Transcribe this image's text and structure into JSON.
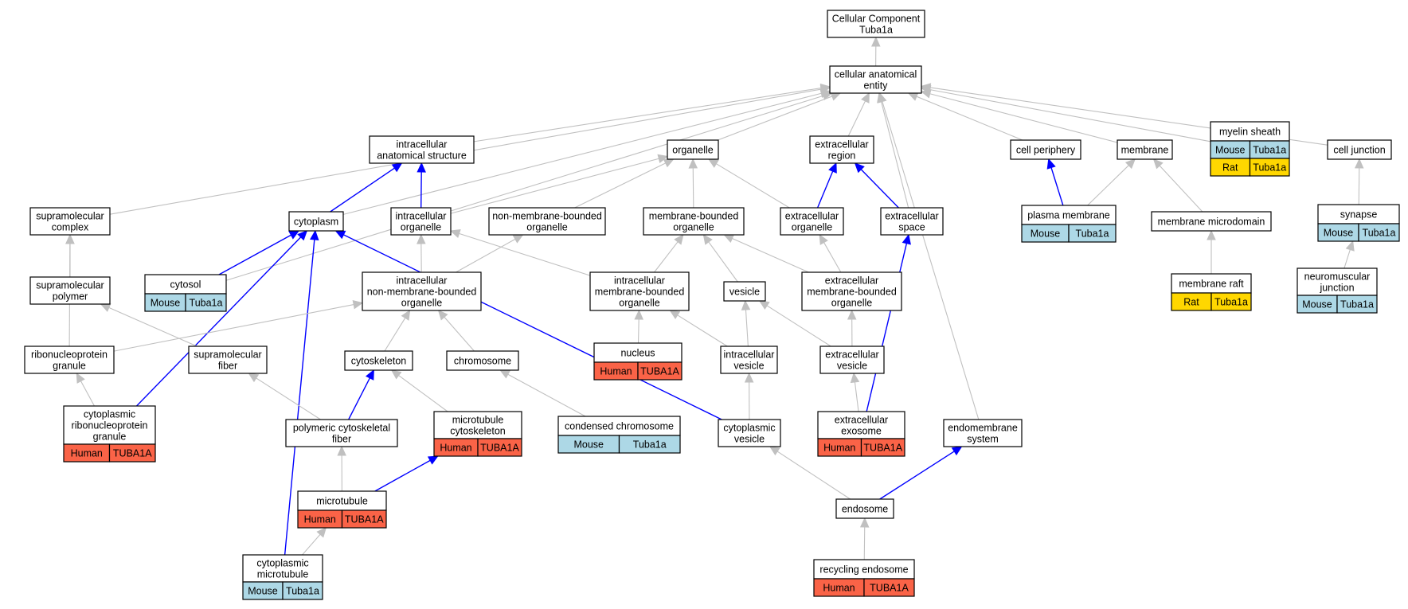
{
  "colors": {
    "gray_edge": "#c0c0c0",
    "blue_edge": "#0000ff",
    "mouse_fill": "#add8e6",
    "rat_fill": "#ffd700",
    "human_fill": "#fa6347",
    "node_fill": "#ffffff",
    "node_stroke": "#000000"
  },
  "nodes": [
    {
      "id": "root",
      "label": [
        "Cellular Component",
        "Tuba1a"
      ]
    },
    {
      "id": "cae",
      "label": [
        "cellular anatomical",
        "entity"
      ]
    },
    {
      "id": "ias",
      "label": [
        "intracellular",
        "anatomical structure"
      ]
    },
    {
      "id": "organelle",
      "label": [
        "organelle"
      ]
    },
    {
      "id": "ecr",
      "label": [
        "extracellular",
        "region"
      ]
    },
    {
      "id": "cellper",
      "label": [
        "cell periphery"
      ]
    },
    {
      "id": "membrane",
      "label": [
        "membrane"
      ]
    },
    {
      "id": "myelin",
      "label": [
        "myelin sheath"
      ],
      "rows": [
        [
          {
            "s": "mouse",
            "t": "Mouse"
          },
          {
            "s": "mouse",
            "t": "Tuba1a"
          }
        ],
        [
          {
            "s": "rat",
            "t": "Rat"
          },
          {
            "s": "rat",
            "t": "Tuba1a"
          }
        ]
      ]
    },
    {
      "id": "celljunc",
      "label": [
        "cell junction"
      ]
    },
    {
      "id": "suprac",
      "label": [
        "supramolecular",
        "complex"
      ]
    },
    {
      "id": "cytoplasm",
      "label": [
        "cytoplasm"
      ]
    },
    {
      "id": "icorg",
      "label": [
        "intracellular",
        "organelle"
      ]
    },
    {
      "id": "nmbo",
      "label": [
        "non-membrane-bounded",
        "organelle"
      ]
    },
    {
      "id": "mbo",
      "label": [
        "membrane-bounded",
        "organelle"
      ]
    },
    {
      "id": "ecorg",
      "label": [
        "extracellular",
        "organelle"
      ]
    },
    {
      "id": "ecspace",
      "label": [
        "extracellular",
        "space"
      ]
    },
    {
      "id": "plasma",
      "label": [
        "plasma membrane"
      ],
      "rows": [
        [
          {
            "s": "mouse",
            "t": "Mouse"
          },
          {
            "s": "mouse",
            "t": "Tuba1a"
          }
        ]
      ]
    },
    {
      "id": "memmicro",
      "label": [
        "membrane microdomain"
      ]
    },
    {
      "id": "synapse",
      "label": [
        "synapse"
      ],
      "rows": [
        [
          {
            "s": "mouse",
            "t": "Mouse"
          },
          {
            "s": "mouse",
            "t": "Tuba1a"
          }
        ]
      ]
    },
    {
      "id": "cytosol",
      "label": [
        "cytosol"
      ],
      "rows": [
        [
          {
            "s": "mouse",
            "t": "Mouse"
          },
          {
            "s": "mouse",
            "t": "Tuba1a"
          }
        ]
      ]
    },
    {
      "id": "supp",
      "label": [
        "supramolecular",
        "polymer"
      ]
    },
    {
      "id": "icnmbo",
      "label": [
        "intracellular",
        "non-membrane-bounded",
        "organelle"
      ]
    },
    {
      "id": "icmbo",
      "label": [
        "intracellular",
        "membrane-bounded",
        "organelle"
      ]
    },
    {
      "id": "vesicle",
      "label": [
        "vesicle"
      ]
    },
    {
      "id": "ecmbo",
      "label": [
        "extracellular",
        "membrane-bounded",
        "organelle"
      ]
    },
    {
      "id": "memraft",
      "label": [
        "membrane raft"
      ],
      "rows": [
        [
          {
            "s": "rat",
            "t": "Rat"
          },
          {
            "s": "rat",
            "t": "Tuba1a"
          }
        ]
      ]
    },
    {
      "id": "nmj",
      "label": [
        "neuromuscular",
        "junction"
      ],
      "rows": [
        [
          {
            "s": "mouse",
            "t": "Mouse"
          },
          {
            "s": "mouse",
            "t": "Tuba1a"
          }
        ]
      ]
    },
    {
      "id": "rnpg",
      "label": [
        "ribonucleoprotein",
        "granule"
      ]
    },
    {
      "id": "supfib",
      "label": [
        "supramolecular",
        "fiber"
      ]
    },
    {
      "id": "cytosk",
      "label": [
        "cytoskeleton"
      ]
    },
    {
      "id": "chrom",
      "label": [
        "chromosome"
      ]
    },
    {
      "id": "nucleus",
      "label": [
        "nucleus"
      ],
      "rows": [
        [
          {
            "s": "human",
            "t": "Human"
          },
          {
            "s": "human",
            "t": "TUBA1A"
          }
        ]
      ]
    },
    {
      "id": "icves",
      "label": [
        "intracellular",
        "vesicle"
      ]
    },
    {
      "id": "ecves",
      "label": [
        "extracellular",
        "vesicle"
      ]
    },
    {
      "id": "crnpg",
      "label": [
        "cytoplasmic",
        "ribonucleoprotein",
        "granule"
      ],
      "rows": [
        [
          {
            "s": "human",
            "t": "Human"
          },
          {
            "s": "human",
            "t": "TUBA1A"
          }
        ]
      ]
    },
    {
      "id": "pcf",
      "label": [
        "polymeric cytoskeletal",
        "fiber"
      ]
    },
    {
      "id": "mtcs",
      "label": [
        "microtubule",
        "cytoskeleton"
      ],
      "rows": [
        [
          {
            "s": "human",
            "t": "Human"
          },
          {
            "s": "human",
            "t": "TUBA1A"
          }
        ]
      ]
    },
    {
      "id": "condchrom",
      "label": [
        "condensed chromosome"
      ],
      "rows": [
        [
          {
            "s": "mouse",
            "t": "Mouse"
          },
          {
            "s": "mouse",
            "t": "Tuba1a"
          }
        ]
      ]
    },
    {
      "id": "cytves",
      "label": [
        "cytoplasmic",
        "vesicle"
      ]
    },
    {
      "id": "exosome",
      "label": [
        "extracellular",
        "exosome"
      ],
      "rows": [
        [
          {
            "s": "human",
            "t": "Human"
          },
          {
            "s": "human",
            "t": "TUBA1A"
          }
        ]
      ]
    },
    {
      "id": "endomem",
      "label": [
        "endomembrane",
        "system"
      ]
    },
    {
      "id": "mt",
      "label": [
        "microtubule"
      ],
      "rows": [
        [
          {
            "s": "human",
            "t": "Human"
          },
          {
            "s": "human",
            "t": "TUBA1A"
          }
        ]
      ]
    },
    {
      "id": "endosome",
      "label": [
        "endosome"
      ]
    },
    {
      "id": "cytmt",
      "label": [
        "cytoplasmic",
        "microtubule"
      ],
      "rows": [
        [
          {
            "s": "mouse",
            "t": "Mouse"
          },
          {
            "s": "mouse",
            "t": "Tuba1a"
          }
        ]
      ]
    },
    {
      "id": "recend",
      "label": [
        "recycling endosome"
      ],
      "rows": [
        [
          {
            "s": "human",
            "t": "Human"
          },
          {
            "s": "human",
            "t": "TUBA1A"
          }
        ]
      ]
    }
  ],
  "edges": [
    {
      "from": "cae",
      "to": "root",
      "kind": "gray"
    },
    {
      "from": "ias",
      "to": "cae",
      "kind": "gray"
    },
    {
      "from": "organelle",
      "to": "cae",
      "kind": "gray"
    },
    {
      "from": "ecr",
      "to": "cae",
      "kind": "gray"
    },
    {
      "from": "ecspace",
      "to": "cae",
      "kind": "gray"
    },
    {
      "from": "endomem",
      "to": "cae",
      "kind": "gray"
    },
    {
      "from": "cellper",
      "to": "cae",
      "kind": "gray"
    },
    {
      "from": "membrane",
      "to": "cae",
      "kind": "gray"
    },
    {
      "from": "myelin",
      "to": "cae",
      "kind": "gray"
    },
    {
      "from": "celljunc",
      "to": "cae",
      "kind": "gray"
    },
    {
      "from": "suprac",
      "to": "cae",
      "kind": "gray"
    },
    {
      "from": "cytosol",
      "to": "cae",
      "kind": "gray"
    },
    {
      "from": "cytoplasm",
      "to": "cae",
      "kind": "gray"
    },
    {
      "from": "cytoplasm",
      "to": "ias",
      "kind": "blue"
    },
    {
      "from": "icorg",
      "to": "ias",
      "kind": "blue"
    },
    {
      "from": "icorg",
      "to": "organelle",
      "kind": "gray"
    },
    {
      "from": "nmbo",
      "to": "organelle",
      "kind": "gray"
    },
    {
      "from": "mbo",
      "to": "organelle",
      "kind": "gray"
    },
    {
      "from": "ecorg",
      "to": "organelle",
      "kind": "gray"
    },
    {
      "from": "ecorg",
      "to": "ecr",
      "kind": "blue"
    },
    {
      "from": "ecspace",
      "to": "ecr",
      "kind": "blue"
    },
    {
      "from": "plasma",
      "to": "cellper",
      "kind": "blue"
    },
    {
      "from": "plasma",
      "to": "membrane",
      "kind": "gray"
    },
    {
      "from": "memmicro",
      "to": "membrane",
      "kind": "gray"
    },
    {
      "from": "synapse",
      "to": "celljunc",
      "kind": "gray"
    },
    {
      "from": "supp",
      "to": "suprac",
      "kind": "gray"
    },
    {
      "from": "rnpg",
      "to": "suprac",
      "kind": "gray"
    },
    {
      "from": "cytosol",
      "to": "cytoplasm",
      "kind": "blue"
    },
    {
      "from": "crnpg",
      "to": "cytoplasm",
      "kind": "blue"
    },
    {
      "from": "cytmt",
      "to": "cytoplasm",
      "kind": "blue"
    },
    {
      "from": "cytves",
      "to": "cytoplasm",
      "kind": "blue"
    },
    {
      "from": "icnmbo",
      "to": "icorg",
      "kind": "gray"
    },
    {
      "from": "icnmbo",
      "to": "nmbo",
      "kind": "gray"
    },
    {
      "from": "icmbo",
      "to": "icorg",
      "kind": "gray"
    },
    {
      "from": "icmbo",
      "to": "mbo",
      "kind": "gray"
    },
    {
      "from": "vesicle",
      "to": "mbo",
      "kind": "gray"
    },
    {
      "from": "ecmbo",
      "to": "mbo",
      "kind": "gray"
    },
    {
      "from": "ecmbo",
      "to": "ecorg",
      "kind": "gray"
    },
    {
      "from": "exosome",
      "to": "ecspace",
      "kind": "blue"
    },
    {
      "from": "memraft",
      "to": "memmicro",
      "kind": "gray"
    },
    {
      "from": "nmj",
      "to": "synapse",
      "kind": "gray"
    },
    {
      "from": "supfib",
      "to": "supp",
      "kind": "gray"
    },
    {
      "from": "rnpg",
      "to": "icnmbo",
      "kind": "gray"
    },
    {
      "from": "crnpg",
      "to": "rnpg",
      "kind": "gray"
    },
    {
      "from": "cytosk",
      "to": "icnmbo",
      "kind": "gray"
    },
    {
      "from": "chrom",
      "to": "icnmbo",
      "kind": "gray"
    },
    {
      "from": "nucleus",
      "to": "icmbo",
      "kind": "gray"
    },
    {
      "from": "icves",
      "to": "icmbo",
      "kind": "gray"
    },
    {
      "from": "icves",
      "to": "vesicle",
      "kind": "gray"
    },
    {
      "from": "ecves",
      "to": "vesicle",
      "kind": "gray"
    },
    {
      "from": "ecves",
      "to": "ecmbo",
      "kind": "gray"
    },
    {
      "from": "pcf",
      "to": "supfib",
      "kind": "gray"
    },
    {
      "from": "pcf",
      "to": "cytosk",
      "kind": "blue"
    },
    {
      "from": "mtcs",
      "to": "cytosk",
      "kind": "gray"
    },
    {
      "from": "condchrom",
      "to": "chrom",
      "kind": "gray"
    },
    {
      "from": "cytves",
      "to": "icves",
      "kind": "gray"
    },
    {
      "from": "exosome",
      "to": "ecves",
      "kind": "gray"
    },
    {
      "from": "mt",
      "to": "pcf",
      "kind": "gray"
    },
    {
      "from": "mt",
      "to": "mtcs",
      "kind": "blue"
    },
    {
      "from": "endosome",
      "to": "cytves",
      "kind": "gray"
    },
    {
      "from": "endosome",
      "to": "endomem",
      "kind": "blue"
    },
    {
      "from": "cytmt",
      "to": "mt",
      "kind": "gray"
    },
    {
      "from": "recend",
      "to": "endosome",
      "kind": "gray"
    }
  ]
}
